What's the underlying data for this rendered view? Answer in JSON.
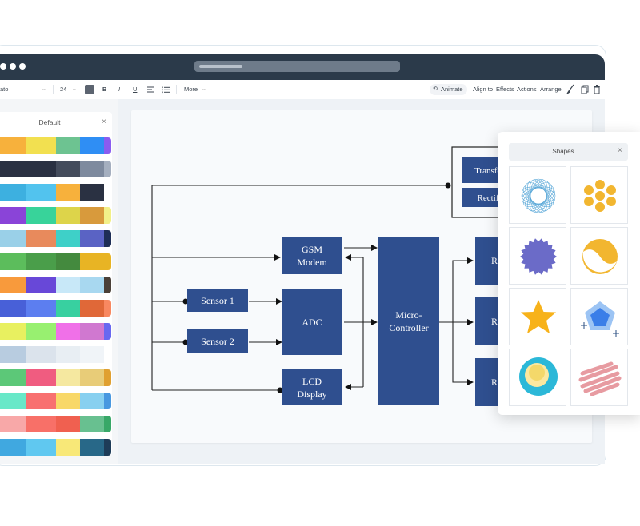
{
  "toolbar": {
    "font_name": "ato",
    "font_size": "24",
    "bold_label": "B",
    "italic_label": "I",
    "underline_label": "U",
    "more_label": "More",
    "animate_label": "Animate",
    "align_to_label": "Align to",
    "effects_label": "Effects",
    "actions_label": "Actions",
    "arrange_label": "Arrange"
  },
  "palette_panel": {
    "title": "Default",
    "close_icon": "close-icon",
    "rows": [
      [
        "#f7b13c",
        "#f2e050",
        "#6dc391",
        "#2f8ef4",
        "#8a5cf0"
      ],
      [
        "#2a3142",
        "#2a3142",
        "#444c5c",
        "#7e8a9e",
        "#a5afbf"
      ],
      [
        "#3db0e0",
        "#52c3ee",
        "#f7b13c",
        "#2a3142",
        "#ffffff"
      ],
      [
        "#8a44d8",
        "#38d39a",
        "#ddd44a",
        "#d89a3c",
        "#f2f088"
      ],
      [
        "#9ad0e8",
        "#e88a5c",
        "#3ed0c8",
        "#5a63c4",
        "#1e2e56"
      ],
      [
        "#5cbd5c",
        "#4a9e4a",
        "#448a3e",
        "#e8b424",
        "#e8b424"
      ],
      [
        "#f89a3c",
        "#6848d8",
        "#c8e8f8",
        "#a8d8f0",
        "#4a4038"
      ],
      [
        "#4860d8",
        "#5c7ef0",
        "#38d0a0",
        "#e06838",
        "#f88860"
      ],
      [
        "#e8f060",
        "#98f070",
        "#f070e8",
        "#d078d0",
        "#6868f0"
      ],
      [
        "#b8cce0",
        "#dbe3ec",
        "#e8eef3",
        "#f0f4f8",
        "#ffffff"
      ],
      [
        "#5cc878",
        "#f05c80",
        "#f5e8a0",
        "#e8cc78",
        "#e0a030"
      ],
      [
        "#68e8c8",
        "#f87070",
        "#f8d868",
        "#88d0f0",
        "#4898e0"
      ],
      [
        "#f8a8a8",
        "#f87068",
        "#f06050",
        "#68c090",
        "#38a868"
      ],
      [
        "#40a8e0",
        "#60c8f0",
        "#f8e878",
        "#286888",
        "#1e3c58"
      ]
    ]
  },
  "diagram": {
    "nodes": {
      "gsm_line1": "GSM",
      "gsm_line2": "Modem",
      "adc": "ADC",
      "lcd_line1": "LCD",
      "lcd_line2": "Display",
      "sensor1": "Sensor 1",
      "sensor2": "Sensor 2",
      "mcu_line1": "Micro-",
      "mcu_line2": "Controller",
      "transfo": "Transfo",
      "rectif": "Rectif",
      "r1": "R",
      "r2": "R",
      "r3": "R"
    }
  },
  "shapes_panel": {
    "title": "Shapes",
    "close_icon": "close-icon",
    "colors": {
      "spiro": "#5aa8d8",
      "dots": "#f2b630",
      "gear": "#6b6bc8",
      "yinyang": "#f2b630",
      "star": "#f7b21a",
      "pentagon": "#3a7ee8",
      "circle_outer": "#2cb8d8",
      "circle_inner": "#f4d86a",
      "scribble": "#e07a82"
    }
  }
}
